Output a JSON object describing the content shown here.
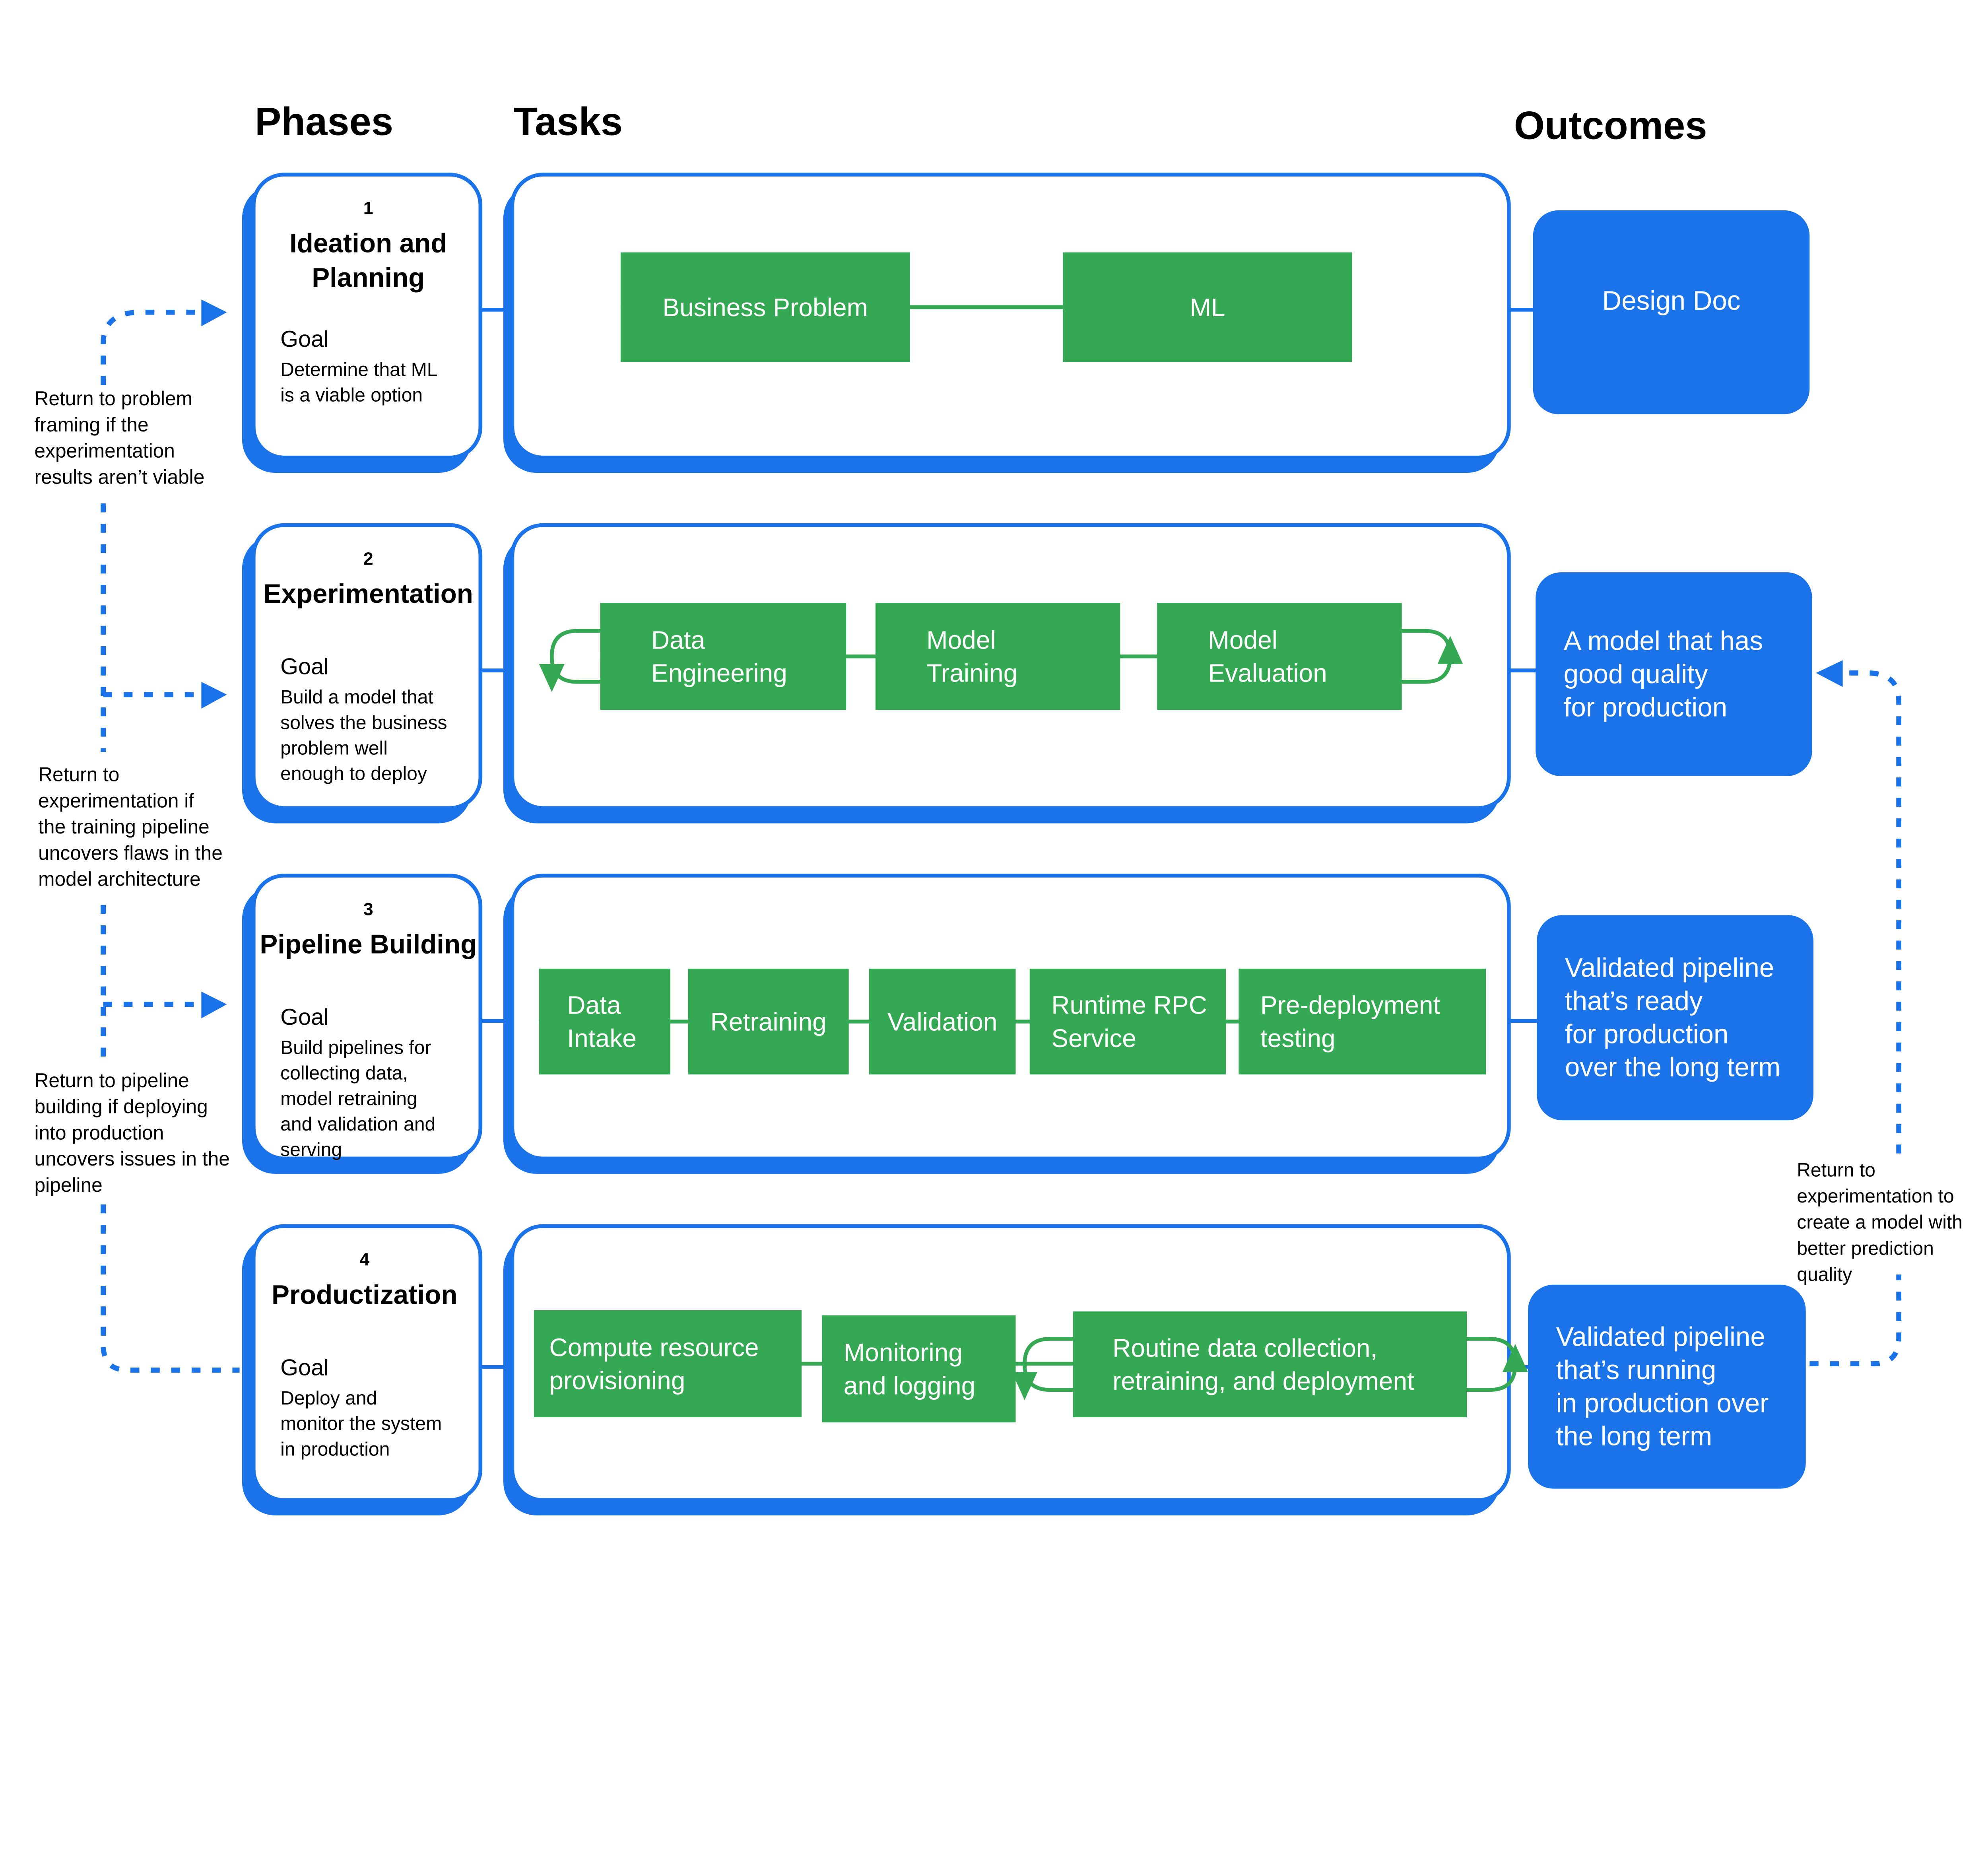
{
  "headers": {
    "phases": "Phases",
    "tasks": "Tasks",
    "outcomes": "Outcomes"
  },
  "colors": {
    "blue": "#1a73e8",
    "green": "#34a853"
  },
  "phases": [
    {
      "number": "1",
      "title": [
        "Ideation and",
        "Planning"
      ],
      "goal_label": "Goal",
      "goal": [
        "Determine that ML",
        "is a viable option"
      ]
    },
    {
      "number": "2",
      "title": [
        "Experimentation"
      ],
      "goal_label": "Goal",
      "goal": [
        "Build a model that",
        "solves the business",
        "problem well",
        "enough to deploy"
      ]
    },
    {
      "number": "3",
      "title": [
        "Pipeline Building"
      ],
      "goal_label": "Goal",
      "goal": [
        "Build pipelines for",
        "collecting data,",
        "model retraining",
        "and validation and",
        "serving"
      ]
    },
    {
      "number": "4",
      "title": [
        "Productization"
      ],
      "goal_label": "Goal",
      "goal": [
        "Deploy and",
        "monitor the system",
        "in production"
      ]
    }
  ],
  "tasks": [
    [
      [
        "Business Problem"
      ],
      [
        "ML"
      ]
    ],
    [
      [
        "Data",
        "Engineering"
      ],
      [
        "Model",
        "Training"
      ],
      [
        "Model",
        "Evaluation"
      ]
    ],
    [
      [
        "Data",
        "Intake"
      ],
      [
        "Retraining"
      ],
      [
        "Validation"
      ],
      [
        "Runtime RPC",
        "Service"
      ],
      [
        "Pre-deployment",
        "testing"
      ]
    ],
    [
      [
        "Compute  resource",
        "provisioning"
      ],
      [
        "Monitoring",
        "and logging"
      ],
      [
        "Routine data collection,",
        "retraining, and deployment"
      ]
    ]
  ],
  "outcomes": [
    [
      "Design Doc"
    ],
    [
      "A model that has",
      "good quality",
      "for production"
    ],
    [
      "Validated pipeline",
      "that’s ready",
      "for production",
      "over the long term"
    ],
    [
      "Validated pipeline",
      "that’s running",
      "in production over",
      "the long term"
    ]
  ],
  "notes": {
    "return_problem_framing": [
      "Return to problem",
      "framing if the",
      "experimentation",
      "results aren’t viable"
    ],
    "return_experimentation": [
      "Return to",
      "experimentation if",
      "the training pipeline",
      "uncovers flaws in the",
      "model architecture"
    ],
    "return_pipeline": [
      "Return to pipeline",
      "building if deploying",
      "into production",
      "uncovers issues in the",
      "pipeline"
    ],
    "return_experimentation_quality": [
      "Return to",
      "experimentation to",
      "create a model with",
      "better prediction",
      "quality"
    ]
  }
}
